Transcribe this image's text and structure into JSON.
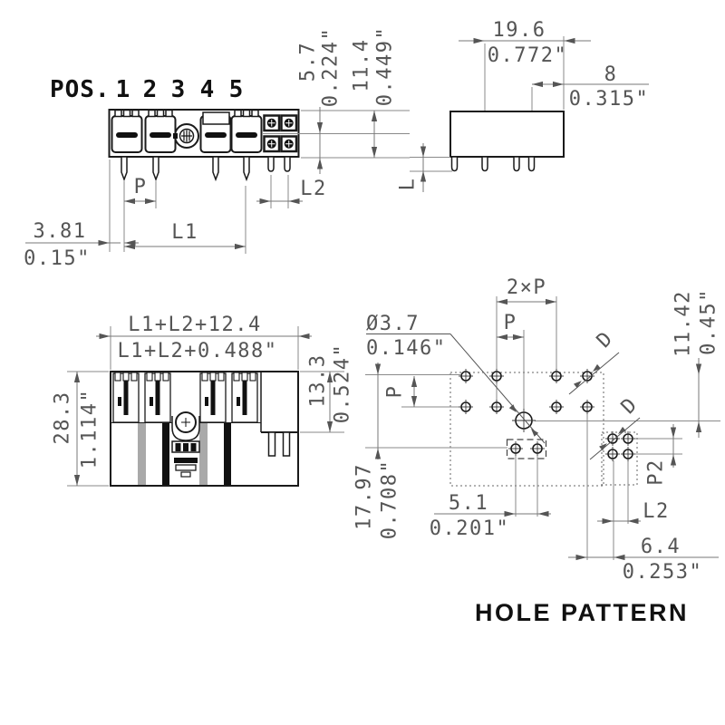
{
  "drawing": {
    "pos_header": {
      "label": "POS.",
      "positions": [
        "1",
        "2",
        "3",
        "4",
        "5"
      ]
    },
    "front_view": {
      "dim_offset_mm": "3.81",
      "dim_offset_in": "0.15\"",
      "dim_pitch": "P",
      "dim_l1": "L1",
      "dim_l2": "L2",
      "dim_half_mm": "5.7",
      "dim_half_in": "0.224\"",
      "dim_height_mm": "11.4",
      "dim_height_in": "0.449\""
    },
    "side_view": {
      "dim_depth_mm": "19.6",
      "dim_depth_in": "0.772\"",
      "dim_front_mm": "8",
      "dim_front_in": "0.315\"",
      "dim_pin_len": "L"
    },
    "mated_view": {
      "dim_width_mm": "L1+L2+12.4",
      "dim_width_in": "L1+L2+0.488\"",
      "dim_height_mm": "28.3",
      "dim_height_in": "1.114\"",
      "dim_step_mm": "13.3",
      "dim_step_in": "0.524\""
    },
    "hole_pattern": {
      "title": "HOLE PATTERN",
      "dim_2xp": "2×P",
      "dim_p_top": "P",
      "dim_p_left": "P",
      "dim_dia_mm": "Ø3.7",
      "dim_dia_in": "0.146\"",
      "dim_v1_mm": "17.97",
      "dim_v1_in": "0.708\"",
      "dim_v2_mm": "11.42",
      "dim_v2_in": "0.45\"",
      "dim_pair_mm": "5.1",
      "dim_pair_in": "0.201\"",
      "dim_p2": "P2",
      "dim_l2": "L2",
      "dim_offset_mm": "6.4",
      "dim_offset_in": "0.253\"",
      "datum_d1": "D",
      "datum_d2": "D"
    }
  }
}
